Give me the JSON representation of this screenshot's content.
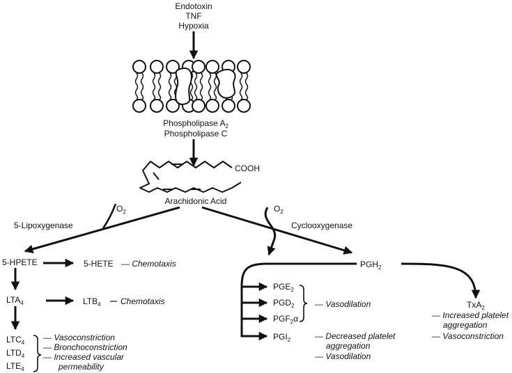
{
  "stimuli": [
    "Endotoxin",
    "TNF",
    "Hypoxia"
  ],
  "enzymes_membrane": {
    "pla2": {
      "text": "Phospholipase A",
      "sub": "2"
    },
    "plc": "Phospholipase C"
  },
  "substrate": {
    "cooh": "COOH",
    "name": "Arachidonic Acid"
  },
  "lipoxygenase_branch": {
    "enzyme": "5-Lipoxygenase",
    "oxygen": {
      "text": "O",
      "sub": "2"
    },
    "hpete": "5-HPETE",
    "hete": "5-HETE",
    "hete_effect": "— Chemotaxis",
    "lta4": {
      "text": "LTA",
      "sub": "4"
    },
    "ltb4": {
      "text": "LTB",
      "sub": "4"
    },
    "ltb4_effect": "Chemotaxis",
    "leukotrienes": [
      {
        "text": "LTC",
        "sub": "4"
      },
      {
        "text": "LTD",
        "sub": "4"
      },
      {
        "text": "LTE",
        "sub": "4"
      }
    ],
    "lt_effects": [
      "— Vasoconstriction",
      "— Bronchoconstriction",
      "— Increased vascular",
      "permeability"
    ]
  },
  "cyclooxygenase_branch": {
    "enzyme": "Cyclooxygenase",
    "oxygen": {
      "text": "O",
      "sub": "2"
    },
    "pgh2": {
      "text": "PGH",
      "sub": "2"
    },
    "prostaglandins": [
      {
        "text": "PGE",
        "sub": "2"
      },
      {
        "text": "PGD",
        "sub": "2"
      },
      {
        "text": "PGF",
        "sub": "2",
        "suffix": "α"
      }
    ],
    "pg_effect": "— Vasodilation",
    "pgi2": {
      "text": "PGI",
      "sub": "2"
    },
    "pgi2_effects": [
      "— Decreased platelet",
      "aggregation",
      "— Vasodilation"
    ],
    "txa2": {
      "text": "TxA",
      "sub": "2"
    },
    "txa2_effects": [
      "— Increased platelet",
      "aggregation",
      "— Vasoconstriction"
    ]
  }
}
